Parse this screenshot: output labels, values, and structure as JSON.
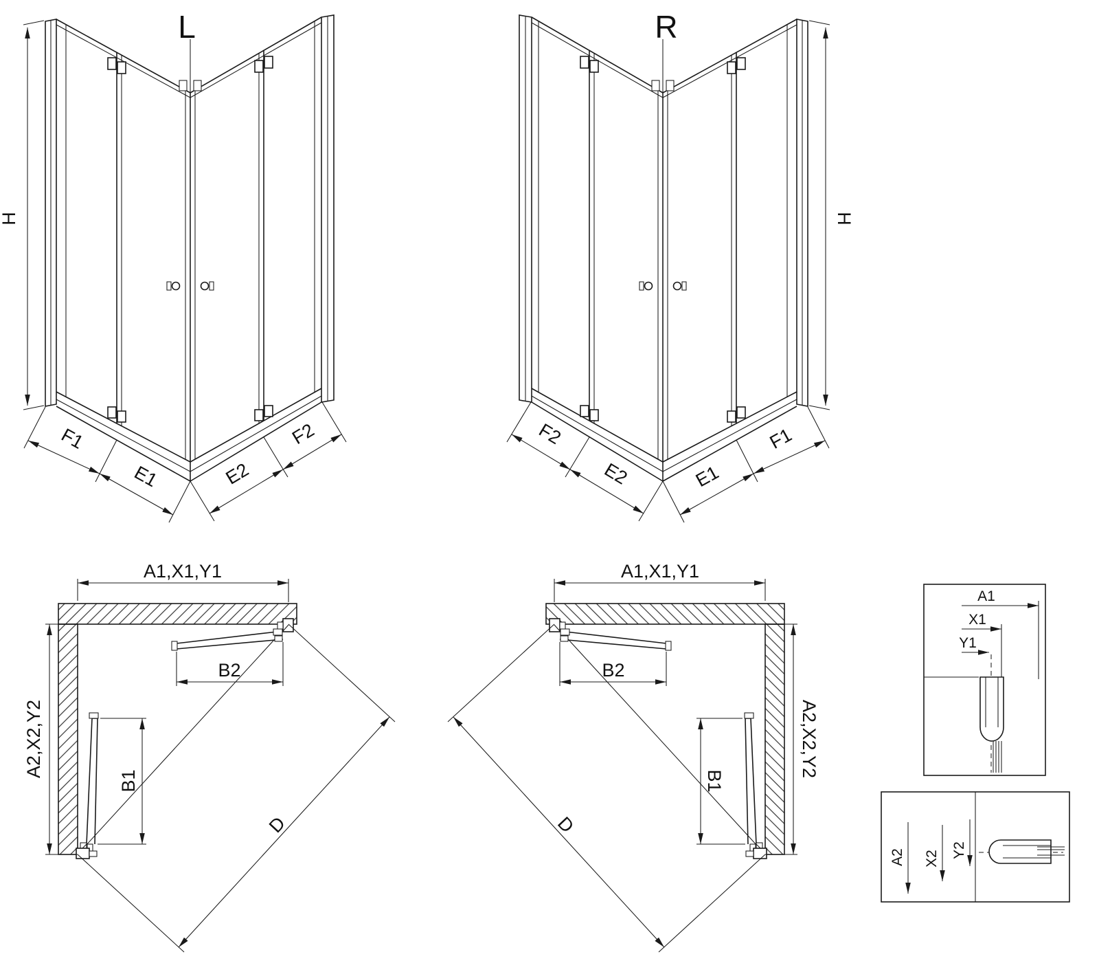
{
  "drawing": {
    "perspective_left": {
      "label": "L",
      "dim_h": "H",
      "dim_f1": "F1",
      "dim_e1": "E1",
      "dim_e2": "E2",
      "dim_f2": "F2"
    },
    "perspective_right": {
      "label": "R",
      "dim_h": "H",
      "dim_f1": "F1",
      "dim_e1": "E1",
      "dim_e2": "E2",
      "dim_f2": "F2"
    },
    "plan_left": {
      "dim_width": "A1,X1,Y1",
      "dim_depth": "A2,X2,Y2",
      "dim_b1": "B1",
      "dim_b2": "B2",
      "dim_d": "D"
    },
    "plan_right": {
      "dim_width": "A1,X1,Y1",
      "dim_depth": "A2,X2,Y2",
      "dim_b1": "B1",
      "dim_b2": "B2",
      "dim_d": "D"
    },
    "detail_width_profile": {
      "dim_a1": "A1",
      "dim_x1": "X1",
      "dim_y1": "Y1"
    },
    "detail_depth_profile": {
      "dim_a2": "A2",
      "dim_x2": "X2",
      "dim_y2": "Y2"
    },
    "colors": {
      "line": "#1a1a1a",
      "background": "#ffffff"
    }
  }
}
